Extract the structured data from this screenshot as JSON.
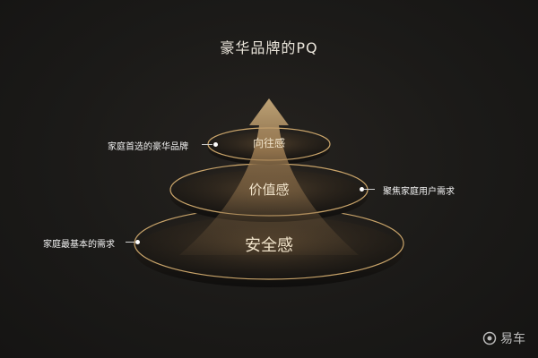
{
  "title": "豪华品牌的PQ",
  "tiers": [
    {
      "label": "向往感",
      "level": "top"
    },
    {
      "label": "价值感",
      "level": "middle"
    },
    {
      "label": "安全感",
      "level": "bottom"
    }
  ],
  "annotations": {
    "top_left": "家庭首选的豪华品牌",
    "middle_right": "聚焦家庭用户需求",
    "bottom_left": "家庭最基本的需求"
  },
  "watermark": {
    "text": "易车",
    "icon": "yiche-logo-icon"
  },
  "colors": {
    "background": "#1b1a18",
    "gold": "#c9a46a",
    "text": "#efe2c9"
  }
}
